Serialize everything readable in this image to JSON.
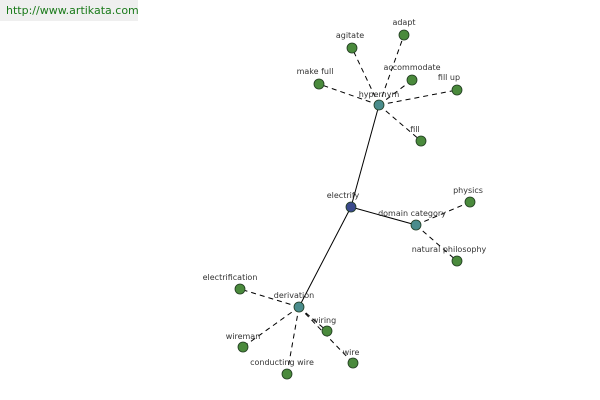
{
  "header": {
    "url": "http://www.artikata.com"
  },
  "colors": {
    "center": "#3b4a8c",
    "hub": "#4a8c8c",
    "leaf": "#4a8a3c",
    "node_stroke": "#1f3a1f",
    "url_text": "#1a7a1a"
  },
  "graph": {
    "nodes": [
      {
        "id": "electrify",
        "label": "electrify",
        "kind": "center"
      },
      {
        "id": "hypernym",
        "label": "hypernym",
        "kind": "hub"
      },
      {
        "id": "domain-category",
        "label": "domain category",
        "kind": "hub"
      },
      {
        "id": "derivation",
        "label": "derivation",
        "kind": "hub"
      },
      {
        "id": "agitate",
        "label": "agitate",
        "kind": "leaf"
      },
      {
        "id": "adapt",
        "label": "adapt",
        "kind": "leaf"
      },
      {
        "id": "accommodate",
        "label": "accommodate",
        "kind": "leaf"
      },
      {
        "id": "make-full",
        "label": "make full",
        "kind": "leaf"
      },
      {
        "id": "fill-up",
        "label": "fill up",
        "kind": "leaf"
      },
      {
        "id": "fill",
        "label": "fill",
        "kind": "leaf"
      },
      {
        "id": "physics",
        "label": "physics",
        "kind": "leaf"
      },
      {
        "id": "natural-philosophy",
        "label": "natural philosophy",
        "kind": "leaf"
      },
      {
        "id": "electrification",
        "label": "electrification",
        "kind": "leaf"
      },
      {
        "id": "wiring",
        "label": "wiring",
        "kind": "leaf"
      },
      {
        "id": "wireman",
        "label": "wireman",
        "kind": "leaf"
      },
      {
        "id": "conducting-wire",
        "label": "conducting wire",
        "kind": "leaf"
      },
      {
        "id": "wire",
        "label": "wire",
        "kind": "leaf"
      }
    ],
    "edges": [
      {
        "from": "electrify",
        "to": "hypernym",
        "style": "solid"
      },
      {
        "from": "electrify",
        "to": "domain-category",
        "style": "solid"
      },
      {
        "from": "electrify",
        "to": "derivation",
        "style": "solid"
      },
      {
        "from": "hypernym",
        "to": "agitate",
        "style": "dashed"
      },
      {
        "from": "hypernym",
        "to": "adapt",
        "style": "dashed"
      },
      {
        "from": "hypernym",
        "to": "accommodate",
        "style": "dashed"
      },
      {
        "from": "hypernym",
        "to": "make-full",
        "style": "dashed"
      },
      {
        "from": "hypernym",
        "to": "fill-up",
        "style": "dashed"
      },
      {
        "from": "hypernym",
        "to": "fill",
        "style": "dashed"
      },
      {
        "from": "domain-category",
        "to": "physics",
        "style": "dashed"
      },
      {
        "from": "domain-category",
        "to": "natural-philosophy",
        "style": "dashed"
      },
      {
        "from": "derivation",
        "to": "electrification",
        "style": "dashed"
      },
      {
        "from": "derivation",
        "to": "wiring",
        "style": "dashed"
      },
      {
        "from": "derivation",
        "to": "wireman",
        "style": "dashed"
      },
      {
        "from": "derivation",
        "to": "conducting-wire",
        "style": "dashed"
      },
      {
        "from": "derivation",
        "to": "wire",
        "style": "dashed"
      }
    ]
  }
}
